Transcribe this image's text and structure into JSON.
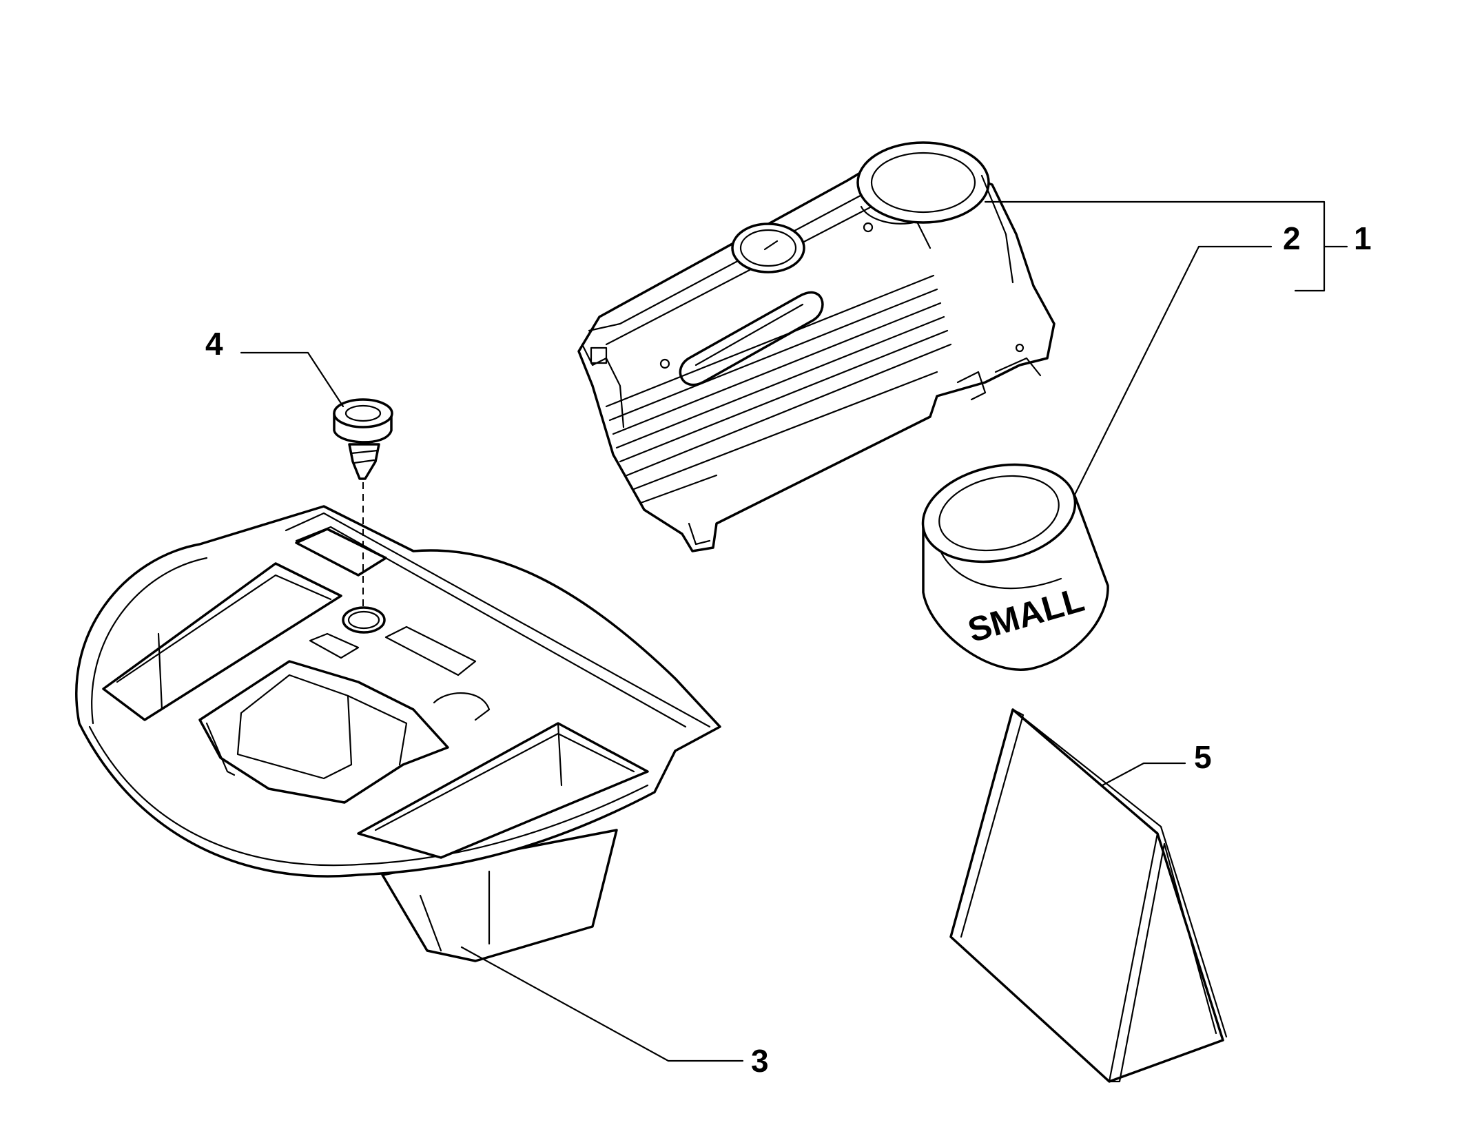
{
  "callouts": {
    "c1": "1",
    "c2": "2",
    "c3": "3",
    "c4": "4",
    "c5": "5"
  },
  "parts": {
    "cartridge_label": "SMALL"
  },
  "colors": {
    "line": "#000000",
    "background": "#ffffff"
  }
}
